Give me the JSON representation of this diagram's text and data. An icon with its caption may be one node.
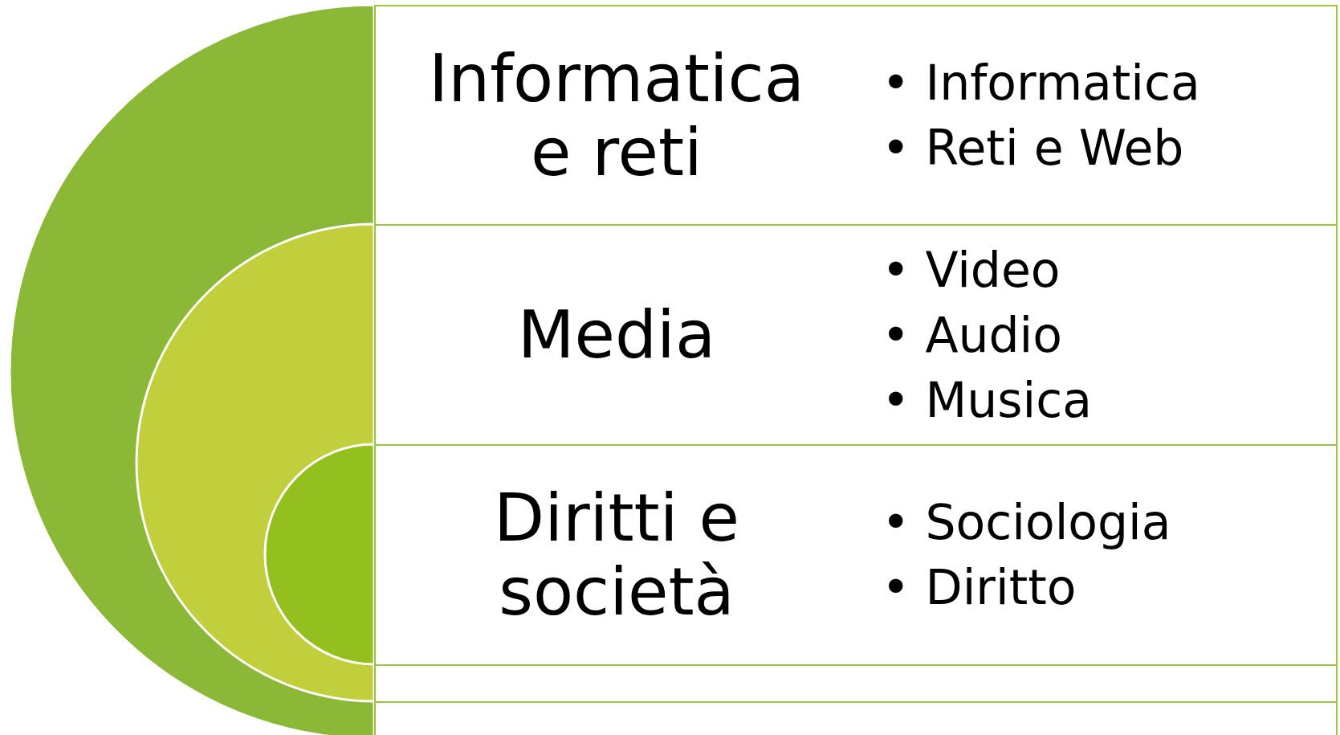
{
  "diagram": {
    "nodes": [
      {
        "text": [],
        "shape": "circle"
      },
      {
        "text": [],
        "shape": "circle",
        "in": 0
      },
      {
        "text": [],
        "shape": "circle",
        "in": 1
      },
      {
        "text": [
          "Informatica e reti",
          "• Informatica",
          "• Reti e Web"
        ]
      },
      {
        "text": [
          "Media",
          "• Video",
          "• Audio",
          "• Musica"
        ]
      },
      {
        "text": [
          "Diritti e società",
          "• Sociologia",
          "• Diritto"
        ]
      },
      {
        "text": [],
        "shape": "box"
      },
      {
        "text": [],
        "shape": "box"
      }
    ]
  }
}
